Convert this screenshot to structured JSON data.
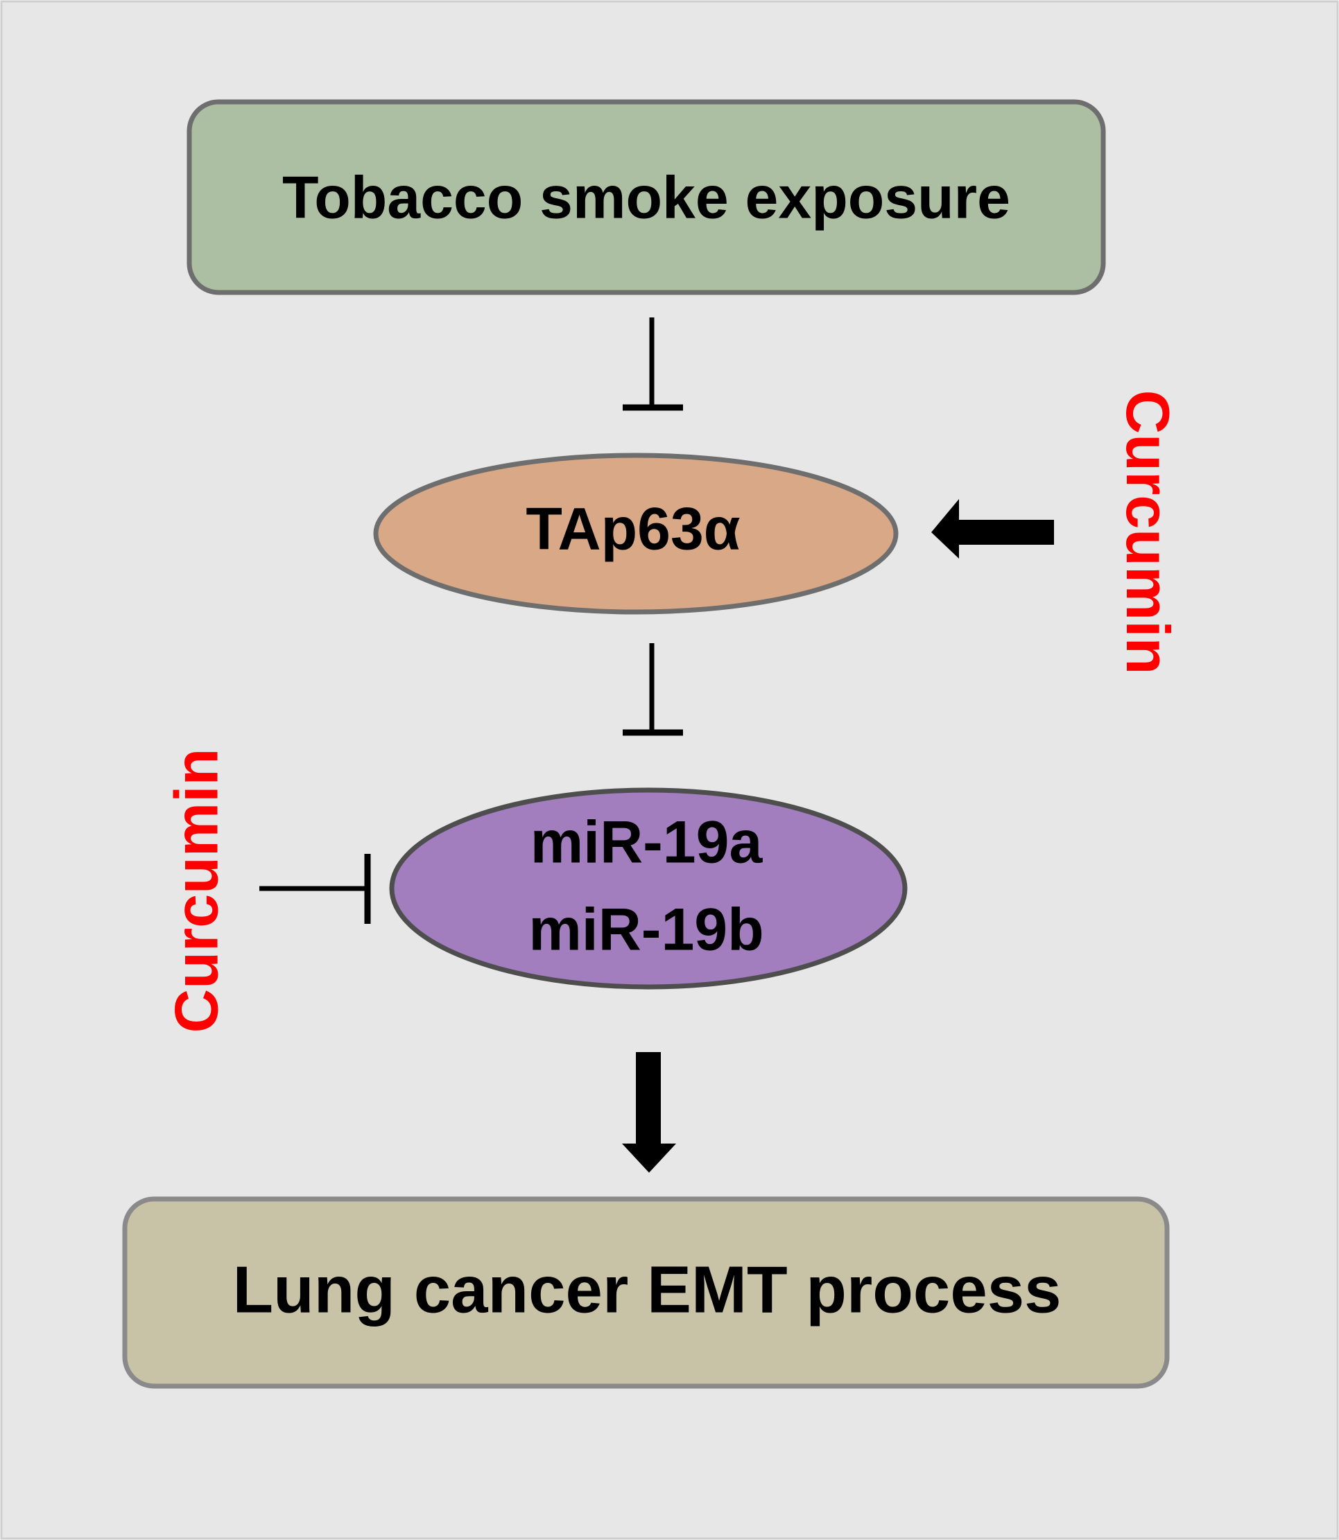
{
  "diagram": {
    "colors": {
      "background": "#e7e7e7",
      "border": "#cfcfcf",
      "tobacco_fill": "#adbfa2",
      "tap63_fill": "#d8a887",
      "mir_fill": "#a27ebe",
      "emt_fill": "#c8c2a6",
      "node_stroke": "#6e6e6e",
      "curcumin_text": "#ff0000",
      "arrow": "#000000"
    },
    "nodes": {
      "tobacco": {
        "label": "Tobacco smoke exposure"
      },
      "tap63": {
        "label": "TAp63α"
      },
      "mir": {
        "line1": "miR-19a",
        "line2": "miR-19b"
      },
      "emt": {
        "label": "Lung cancer EMT process"
      }
    },
    "agents": {
      "curcumin_right": "Curcumin",
      "curcumin_left": "Curcumin"
    },
    "edges": [
      {
        "from": "Tobacco smoke exposure",
        "to": "TAp63α",
        "type": "inhibition"
      },
      {
        "from": "TAp63α",
        "to": "miR-19a / miR-19b",
        "type": "inhibition"
      },
      {
        "from": "Curcumin",
        "to": "TAp63α",
        "type": "activation"
      },
      {
        "from": "Curcumin",
        "to": "miR-19a / miR-19b",
        "type": "inhibition"
      },
      {
        "from": "miR-19a / miR-19b",
        "to": "Lung cancer EMT process",
        "type": "activation"
      }
    ]
  }
}
